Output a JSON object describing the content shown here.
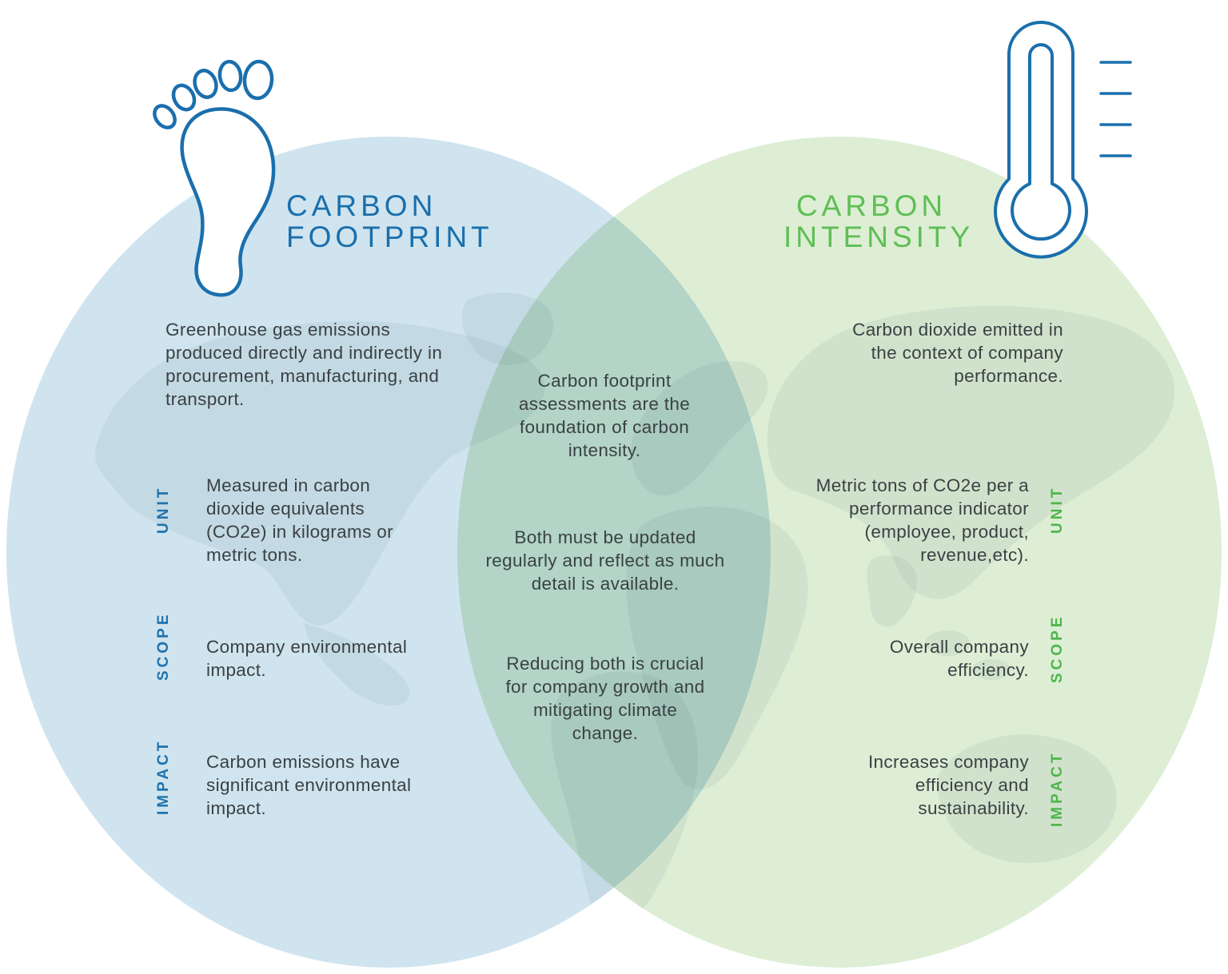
{
  "colors": {
    "accent_blue": "#1a6fad",
    "accent_green": "#5fbe55",
    "label_blue": "#1f72ad",
    "label_green": "#4eb54d",
    "circle_blue": "#cfe4ee",
    "circle_green": "#ddeed5",
    "overlap_teal": "#b3d4c6",
    "body_text": "#3a4144"
  },
  "icons": {
    "left": "footprint-icon",
    "right": "thermometer-icon",
    "watermark": "world-map"
  },
  "left": {
    "title_line1": "CARBON",
    "title_line2": "FOOTPRINT",
    "description": "Greenhouse gas emissions produced directly and indirectly in procurement, manufacturing, and transport.",
    "unit_label": "UNIT",
    "unit_text": "Measured in carbon dioxide equivalents (CO2e) in kilograms or metric tons.",
    "scope_label": "SCOPE",
    "scope_text": "Company environmental impact.",
    "impact_label": "IMPACT",
    "impact_text": "Carbon emissions have significant environmental impact."
  },
  "right": {
    "title_line1": "CARBON",
    "title_line2": "INTENSITY",
    "description": "Carbon dioxide emitted in the context of company performance.",
    "unit_label": "UNIT",
    "unit_text": "Metric tons of CO2e per a performance indicator (employee, product, revenue,etc).",
    "scope_label": "SCOPE",
    "scope_text": "Overall company efficiency.",
    "impact_label": "IMPACT",
    "impact_text": "Increases company efficiency and sustainability."
  },
  "overlap": {
    "item1": "Carbon footprint assessments are the foundation of carbon intensity.",
    "item2": "Both must be updated regularly and reflect as much detail is available.",
    "item3": "Reducing both is crucial for company growth and mitigating climate change."
  }
}
